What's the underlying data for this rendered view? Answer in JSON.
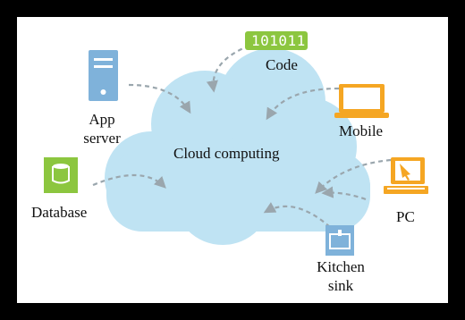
{
  "diagram": {
    "center_label": "Cloud computing",
    "nodes": {
      "code": {
        "label": "Code",
        "badge": "101011",
        "icon": "binary-code-icon"
      },
      "mobile": {
        "label": "Mobile",
        "icon": "laptop-icon"
      },
      "app_server": {
        "label_line1": "App",
        "label_line2": "server",
        "icon": "server-icon"
      },
      "database": {
        "label": "Database",
        "icon": "database-icon"
      },
      "pc": {
        "label": "PC",
        "icon": "desktop-pc-icon"
      },
      "kitchen_sink": {
        "label_line1": "Kitchen",
        "label_line2": "sink",
        "icon": "sink-icon"
      }
    }
  },
  "colors": {
    "cloud": "#bfe3f3",
    "arrow": "#9aa6ad",
    "green": "#8cc63f",
    "blue": "#7fb2da",
    "orange": "#f5a623",
    "frame": "#000000"
  }
}
